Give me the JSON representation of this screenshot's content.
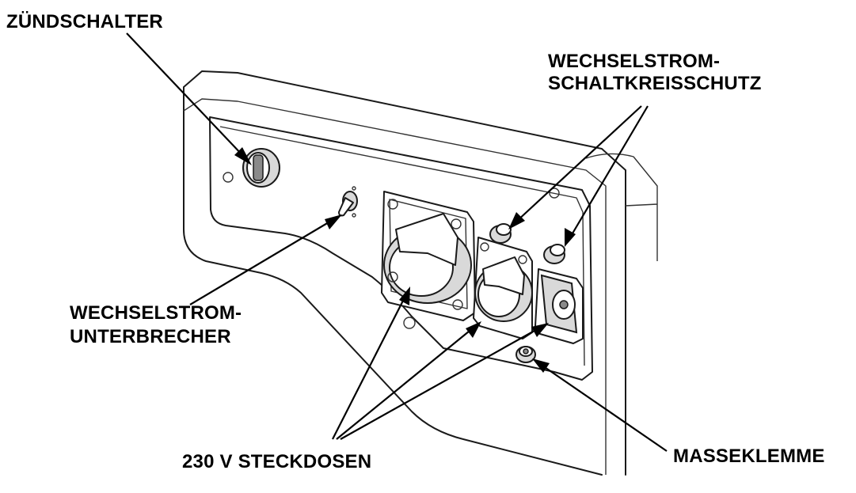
{
  "labels": {
    "ignition_switch": "ZÜNDSCHALTER",
    "ac_circuit_protector_line1": "WECHSELSTROM-",
    "ac_circuit_protector_line2": "SCHALTKREISSCHUTZ",
    "ac_breaker_line1": "WECHSELSTROM-",
    "ac_breaker_line2": "UNTERBRECHER",
    "outlets_230v": "230 V STECKDOSEN",
    "ground_terminal": "MASSEKLEMME"
  }
}
